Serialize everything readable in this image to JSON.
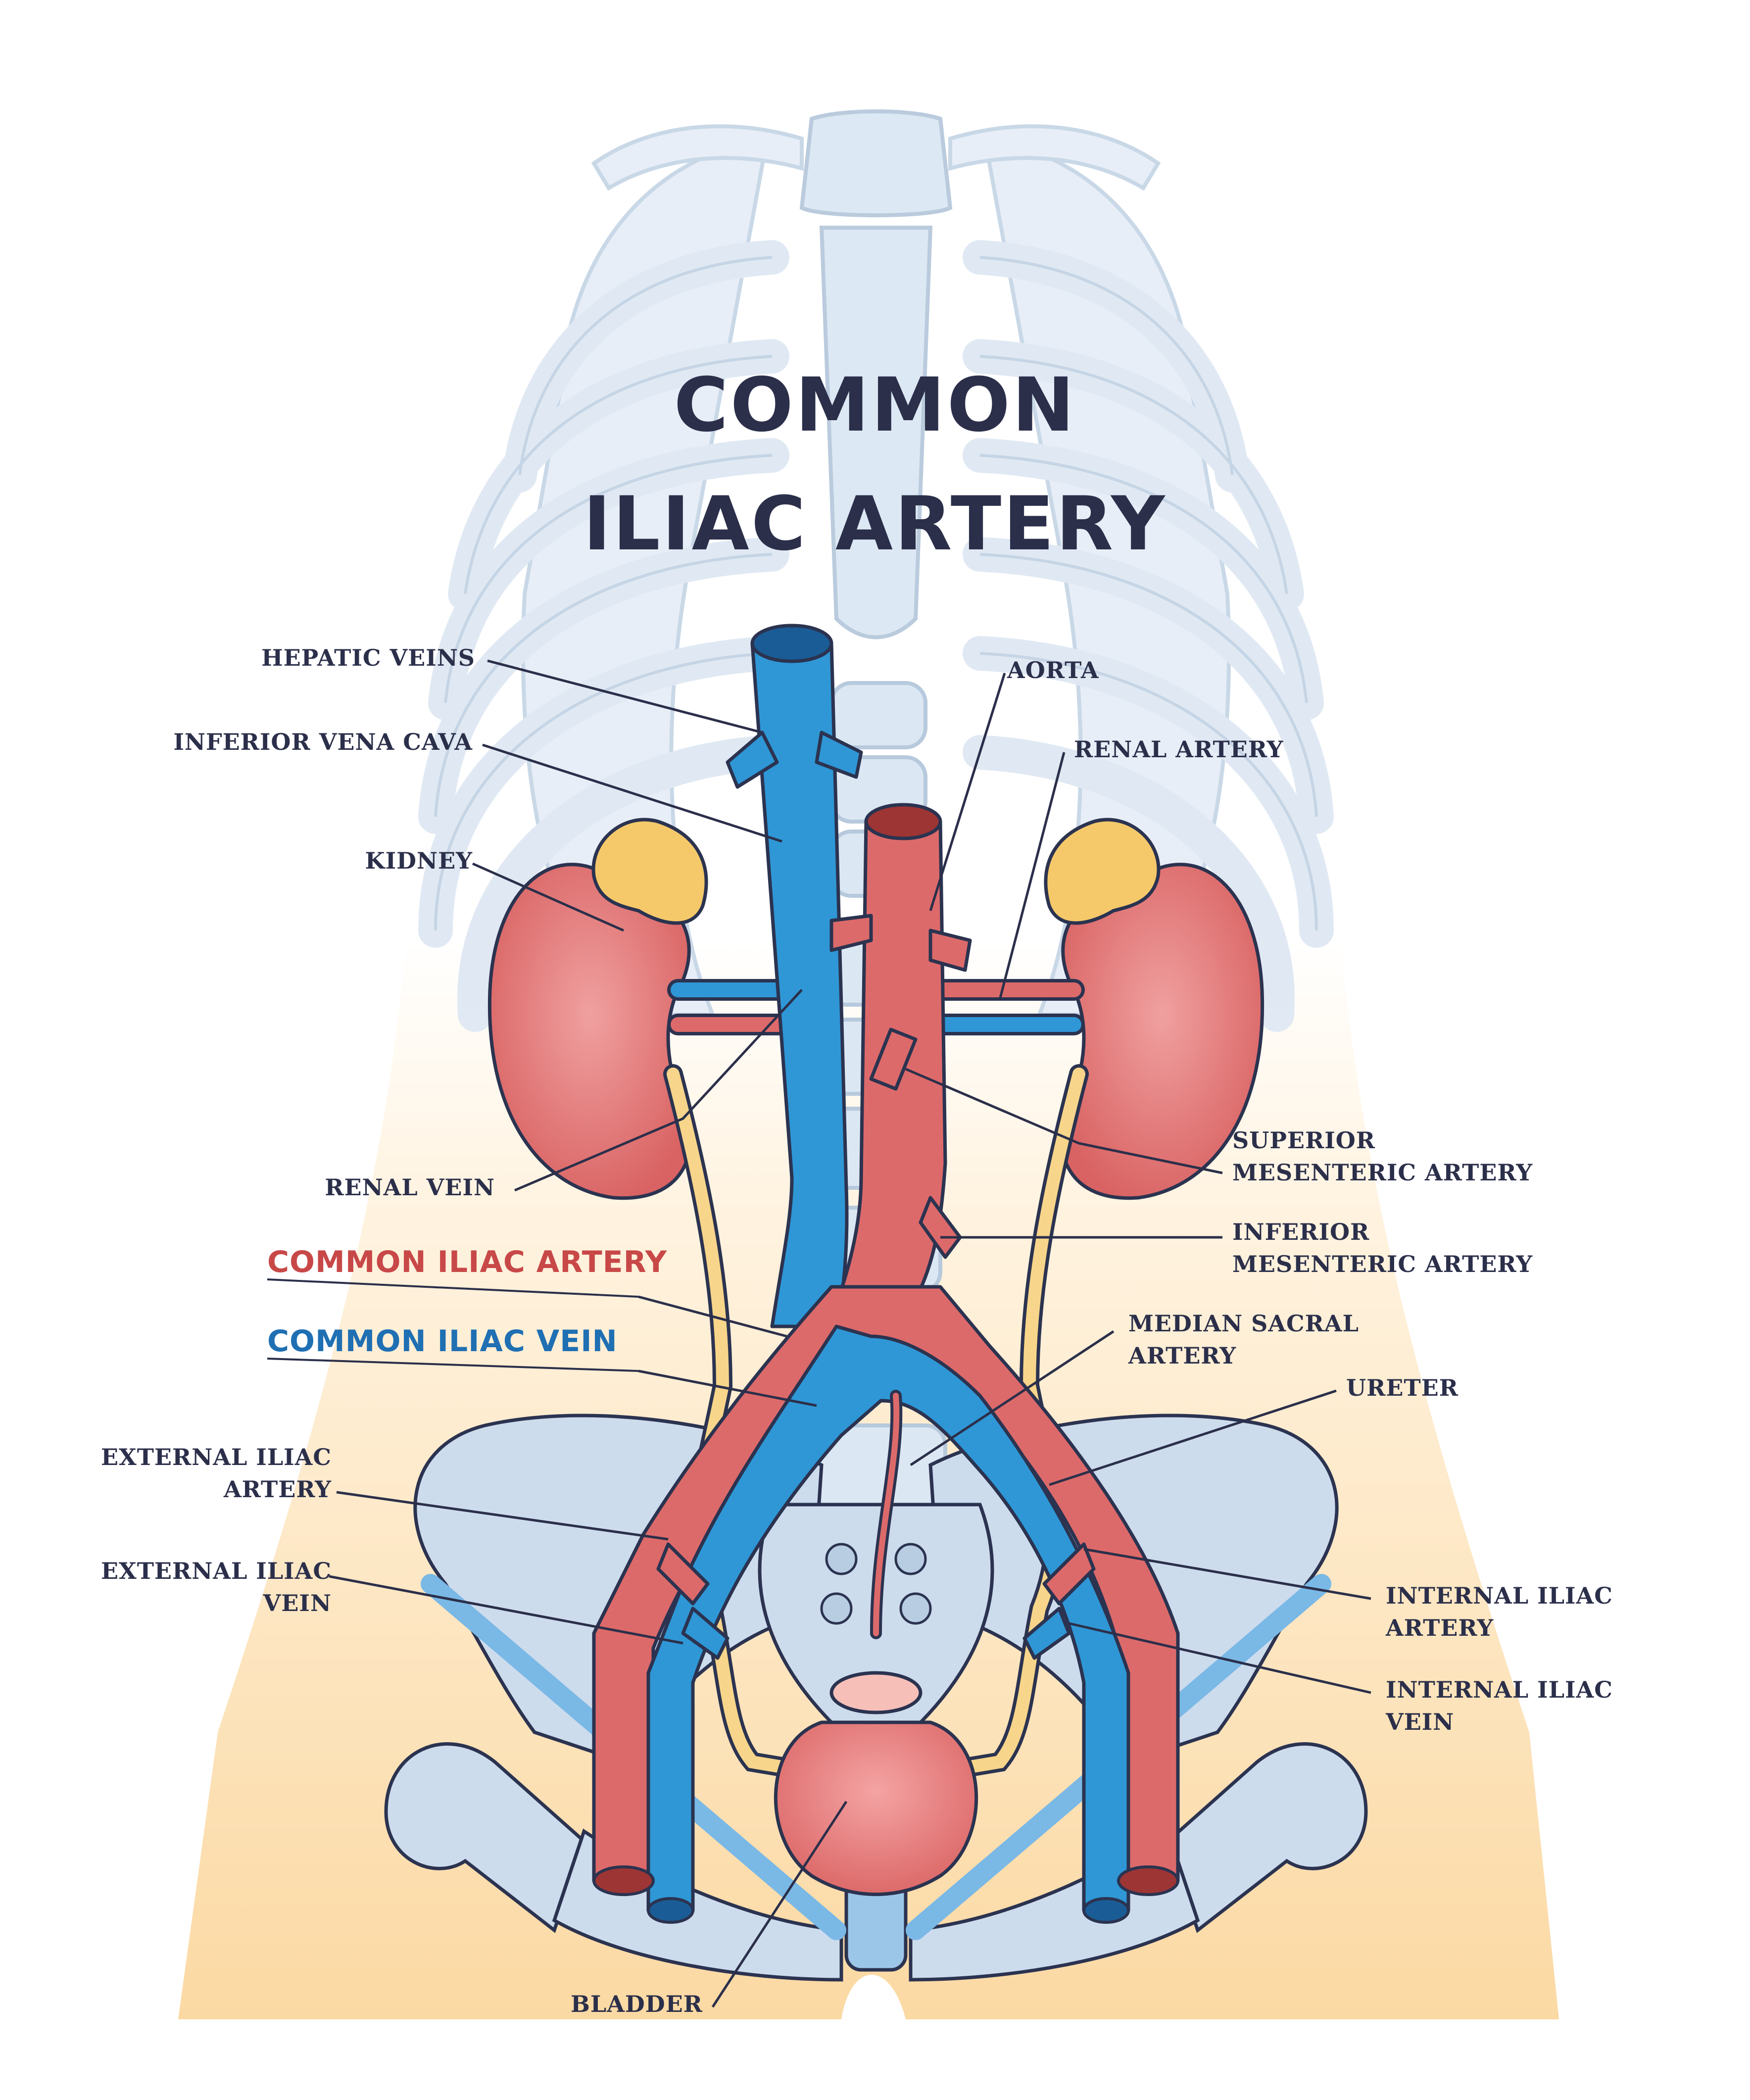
{
  "title": {
    "line1": "COMMON",
    "line2": "ILIAC ARTERY"
  },
  "labels": {
    "hepatic_veins": "HEPATIC VEINS",
    "inferior_vena_cava": "INFERIOR VENA CAVA",
    "kidney": "KIDNEY",
    "renal_vein": "RENAL VEIN",
    "aorta": "AORTA",
    "renal_artery": "RENAL ARTERY",
    "superior_mesenteric_1": "SUPERIOR",
    "superior_mesenteric_2": "MESENTERIC ARTERY",
    "inferior_mesenteric_1": "INFERIOR",
    "inferior_mesenteric_2": "MESENTERIC ARTERY",
    "common_iliac_artery": "COMMON ILIAC ARTERY",
    "common_iliac_vein": "COMMON ILIAC VEIN",
    "median_sacral_1": "MEDIAN SACRAL",
    "median_sacral_2": "ARTERY",
    "ureter": "URETER",
    "external_iliac_artery_1": "EXTERNAL ILIAC",
    "external_iliac_artery_2": "ARTERY",
    "external_iliac_vein_1": "EXTERNAL ILIAC",
    "external_iliac_vein_2": "VEIN",
    "internal_iliac_artery_1": "INTERNAL ILIAC",
    "internal_iliac_artery_2": "ARTERY",
    "internal_iliac_vein_1": "INTERNAL ILIAC",
    "internal_iliac_vein_2": "VEIN",
    "bladder": "BLADDER"
  },
  "colors": {
    "artery": "#dd6a6a",
    "vein": "#2f97d6",
    "ureter": "#f7d58a",
    "adrenal": "#f5c96a",
    "bone": "#e6eef7",
    "body_fill": "#fbdcae",
    "title": "#2b2f4a",
    "common_iliac_artery_label": "#c84848",
    "common_iliac_vein_label": "#1f6fb3"
  }
}
